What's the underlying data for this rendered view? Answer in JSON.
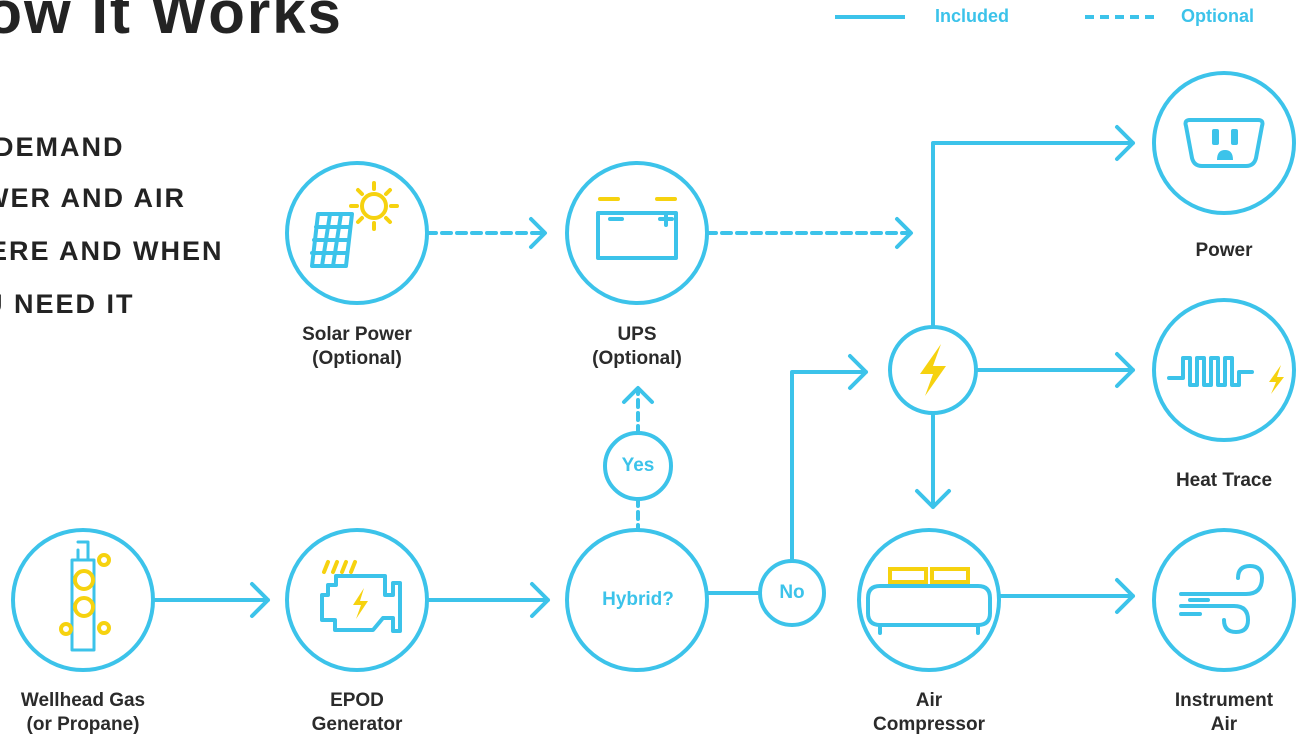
{
  "title": "How It Works",
  "tagline": [
    "ON DEMAND",
    "POWER AND AIR",
    "WHERE AND WHEN",
    "YOU NEED IT"
  ],
  "legend": {
    "included": "Included",
    "optional": "Optional"
  },
  "nodes": {
    "solar": [
      "Solar Power",
      "(Optional)"
    ],
    "ups": [
      "UPS",
      "(Optional)"
    ],
    "power": [
      "Power"
    ],
    "heat_trace": [
      "Heat Trace"
    ],
    "wellhead": [
      "Wellhead Gas",
      "(or Propane)"
    ],
    "epod": [
      "EPOD",
      "Generator"
    ],
    "air_compressor": [
      "Air",
      "Compressor"
    ],
    "instrument_air": [
      "Instrument",
      "Air"
    ]
  },
  "decisions": {
    "hybrid": "Hybrid?",
    "yes": "Yes",
    "no": "No"
  },
  "colors": {
    "line": "#3cc3ea",
    "accent": "#f6d20f",
    "text": "#2b2b2b"
  }
}
